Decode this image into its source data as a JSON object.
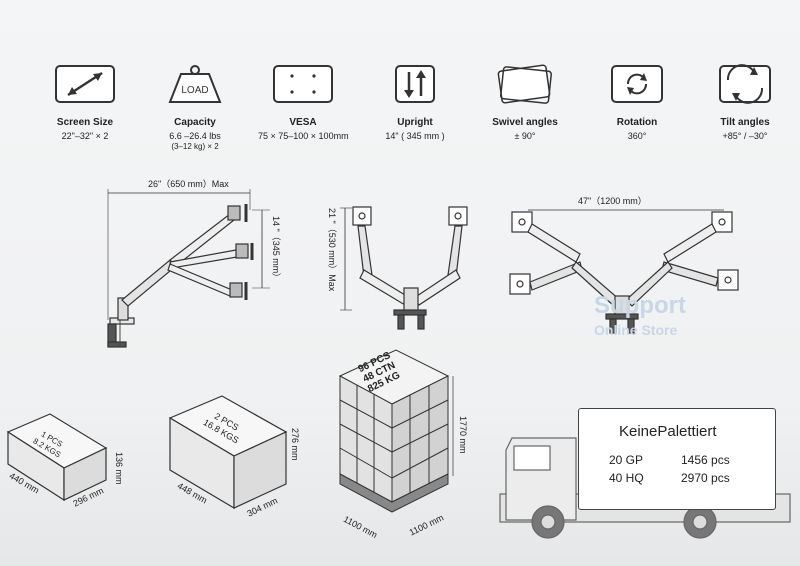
{
  "specs": [
    {
      "title": "Screen Size",
      "value": "22\"–32\" × 2",
      "icon": "diagonal-arrow-icon"
    },
    {
      "title": "Capacity",
      "value": "6.6 –26.4 lbs",
      "value2": "(3–12 kg) × 2",
      "icon": "weight-icon",
      "icon_label": "LOAD"
    },
    {
      "title": "VESA",
      "value": "75 × 75–100 × 100mm",
      "icon": "vesa-holes-icon"
    },
    {
      "title": "Upright",
      "value": "14\" ( 345 mm )",
      "icon": "up-down-arrows-icon"
    },
    {
      "title": "Swivel angles",
      "value": "± 90°",
      "icon": "swivel-frames-icon"
    },
    {
      "title": "Rotation",
      "value": "360°",
      "icon": "rotation-icon"
    },
    {
      "title": "Tilt angles",
      "value": "+85°   /  –30°",
      "icon": "tilt-icon"
    }
  ],
  "diagrams": {
    "reach": "26\"（650 mm）Max",
    "height_adjust": "14 \"（345 mm）",
    "height_max": "21 \"（530 mm）Max",
    "span": "47\"（1200 mm）"
  },
  "packages": {
    "small": {
      "label1": "1 PCS",
      "label2": "8.2 KGS",
      "length": "440 mm",
      "width": "296 mm",
      "height": "136 mm"
    },
    "medium": {
      "label1": "2 PCS",
      "label2": "16.8 KGS",
      "length": "448 mm",
      "width": "304 mm",
      "height": "276 mm"
    },
    "pallet": {
      "label1": "96 PCS",
      "label2": "48 CTN",
      "label3": "825 KG",
      "length": "1100 mm",
      "width": "1100 mm",
      "height": "1770 mm"
    }
  },
  "truck": {
    "heading": "KeinePalettiert",
    "rows": [
      {
        "type": "20 GP",
        "qty": "1456 pcs"
      },
      {
        "type": "40 HQ",
        "qty": "2970 pcs"
      }
    ]
  },
  "watermark": {
    "line1": "Support",
    "line2": "Online Store"
  },
  "colors": {
    "icon_stroke": "#333333",
    "watermark": "#c9d6e6"
  }
}
